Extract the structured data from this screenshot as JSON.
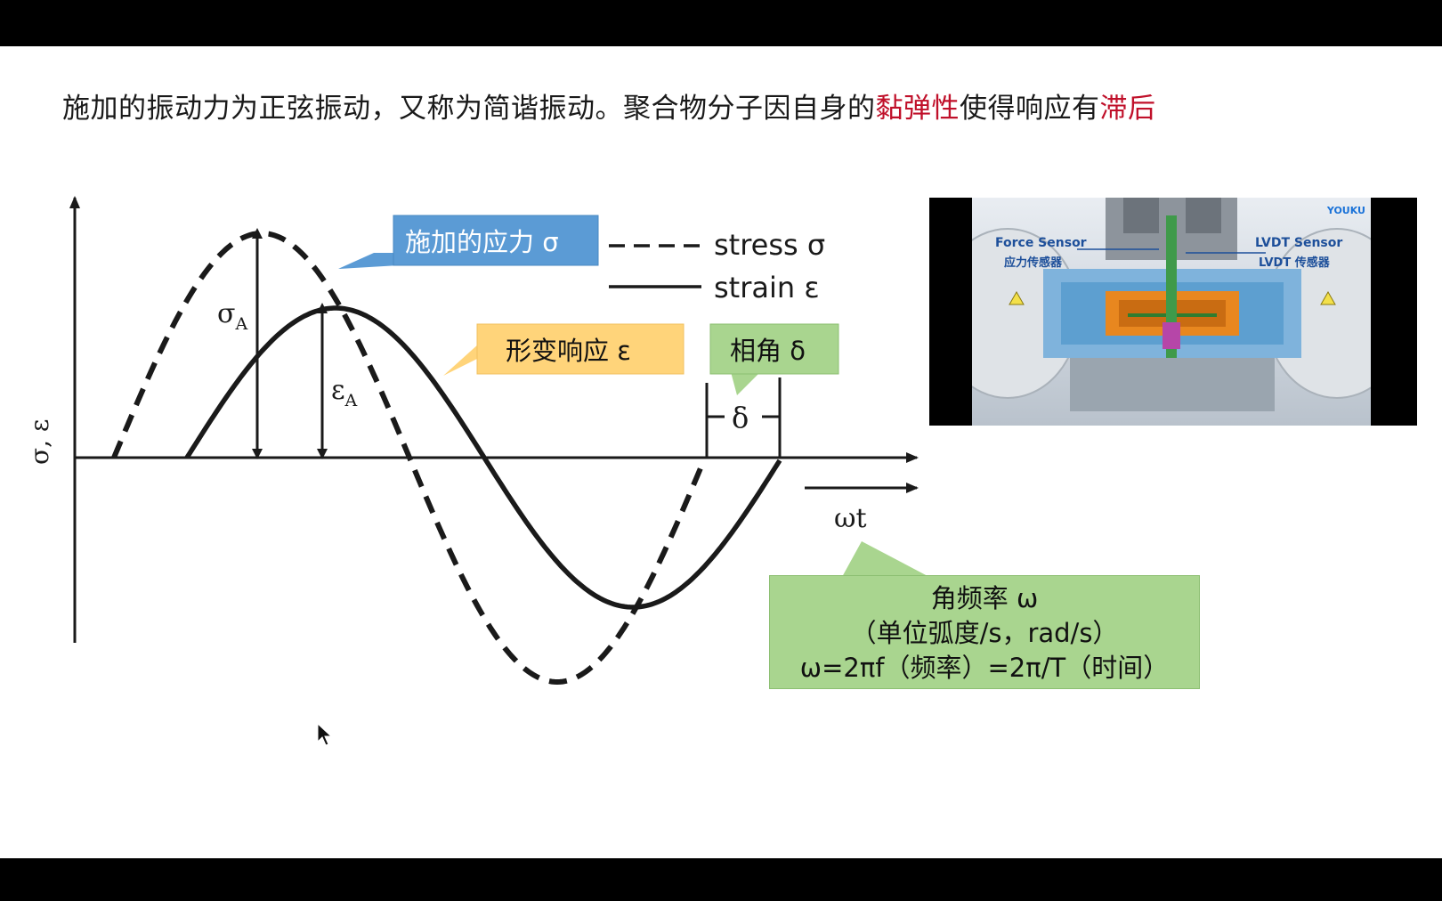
{
  "headline": {
    "part1": "施加的振动力为正弦振动，又称为简谐振动。聚合物分子因自身的",
    "highlight1": "黏弹性",
    "part2": "使得响应有",
    "highlight2": "滞后",
    "highlight_color": "#c0102a"
  },
  "diagram": {
    "y_axis_label": "σ, ε",
    "x_axis_label": "ωt",
    "sigma_amp_label": "σ",
    "sigma_amp_sub": "A",
    "eps_amp_label": "ε",
    "eps_amp_sub": "A",
    "delta_label": "δ",
    "legend": [
      {
        "name": "stress σ",
        "style": "dashed"
      },
      {
        "name": "strain ε",
        "style": "solid"
      }
    ],
    "callout_stress": "施加的应力 σ",
    "callout_strain": "形变响应 ε",
    "callout_phase": "相角 δ",
    "colors": {
      "stress_callout": "#5b9bd5",
      "strain_callout": "#ffd47a",
      "phase_callout": "#a9d58f",
      "curve": "#1a1a1a"
    }
  },
  "frequency_note": {
    "line1": "角频率 ω",
    "line2": "（单位弧度/s，rad/s）",
    "line3": "ω=2πf（频率）=2π/T（时间）"
  },
  "photo": {
    "force_sensor": "Force Sensor",
    "force_sensor_cn": "应力传感器",
    "lvdt_sensor": "LVDT Sensor",
    "lvdt_sensor_cn": "LVDT 传感器",
    "watermark": "YOUKU"
  }
}
